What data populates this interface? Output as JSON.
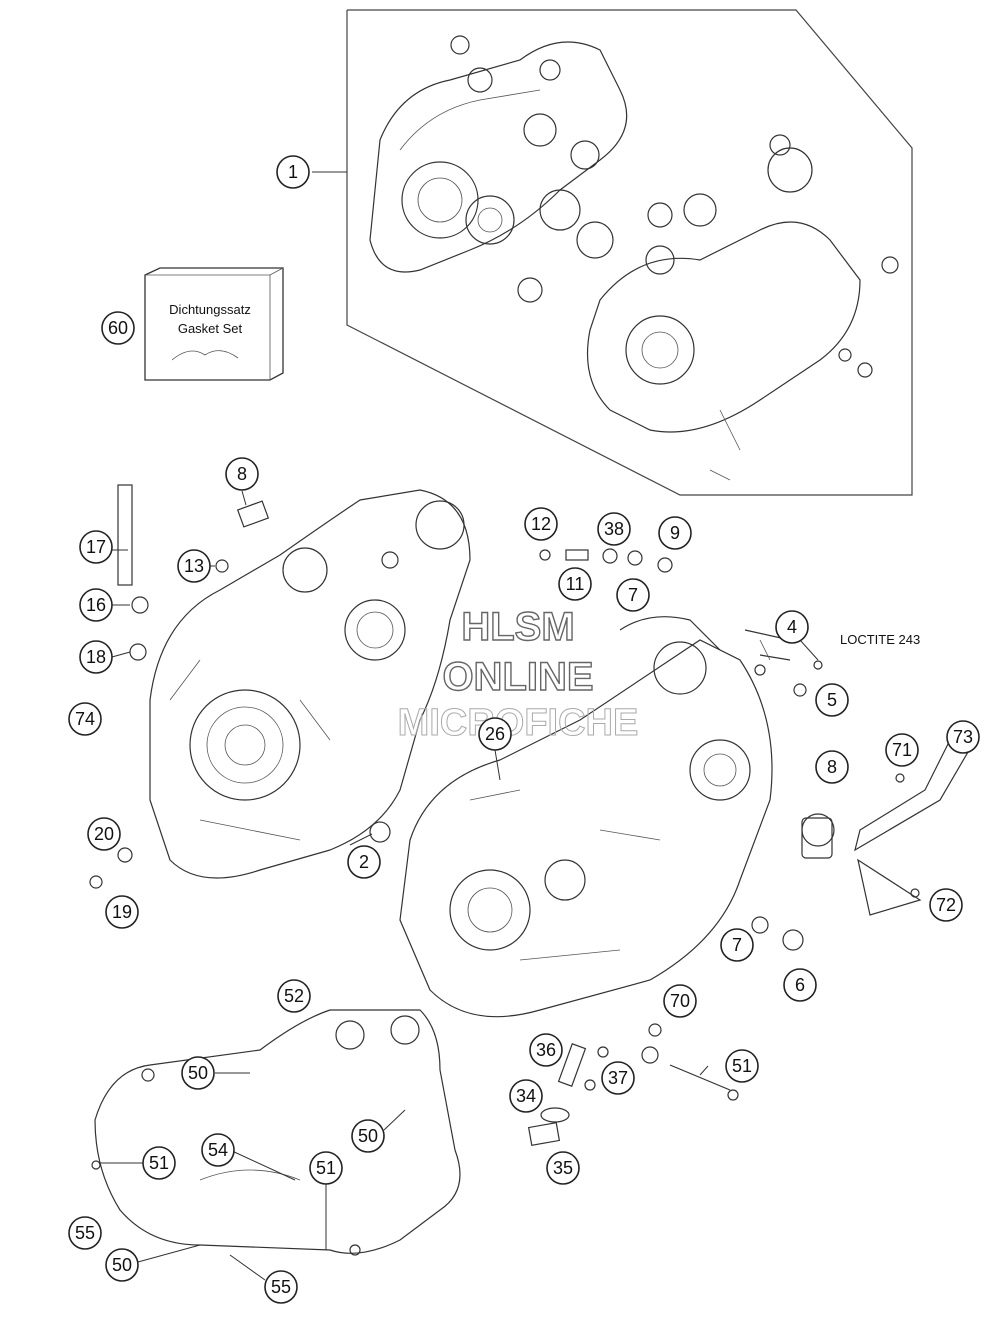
{
  "gasket_box": {
    "line1": "Dichtungssatz",
    "line2": "Gasket Set"
  },
  "loctite_label": "LOCTITE 243",
  "watermark": {
    "line1": "HLSM",
    "line2": "ONLINE",
    "line3": "MICROFICHE"
  },
  "callouts": [
    "1",
    "60",
    "8",
    "17",
    "13",
    "16",
    "18",
    "74",
    "20",
    "19",
    "2",
    "12",
    "38",
    "9",
    "11",
    "7",
    "4",
    "5",
    "26",
    "8",
    "71",
    "73",
    "72",
    "7",
    "6",
    "52",
    "70",
    "50",
    "36",
    "37",
    "51",
    "34",
    "35",
    "50",
    "54",
    "51",
    "51",
    "55",
    "50",
    "55"
  ]
}
